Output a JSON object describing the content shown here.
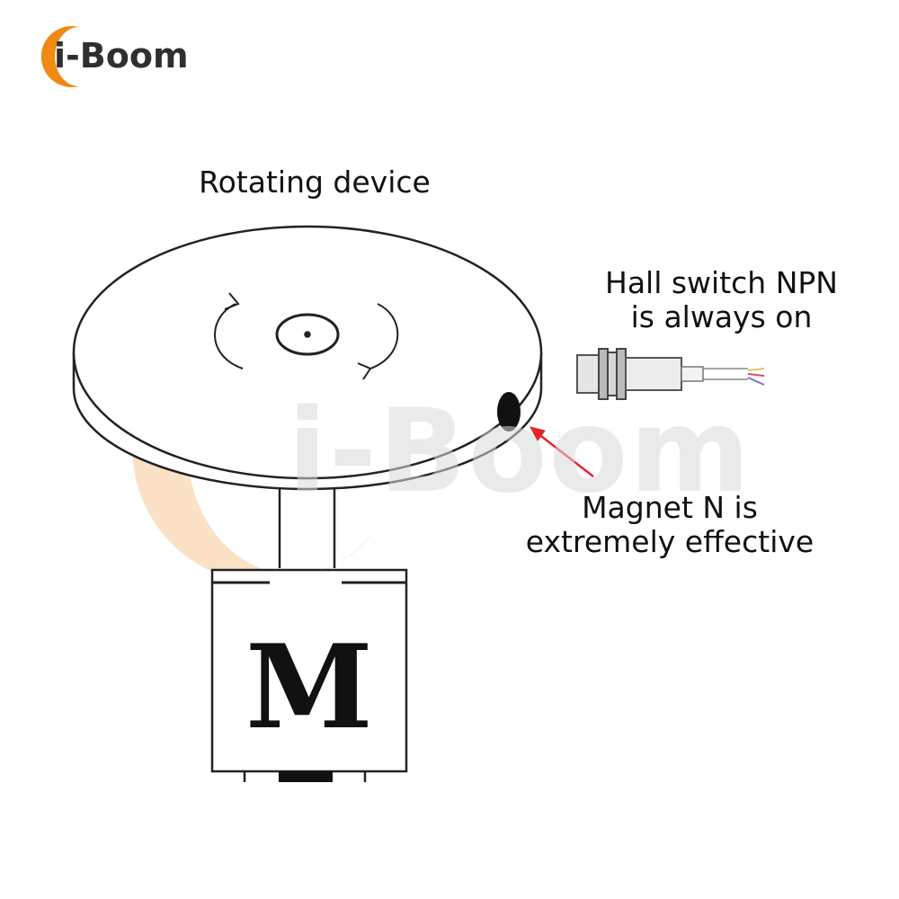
{
  "brand": {
    "logo_text": "i-Boom",
    "watermark_text": "i-Boom",
    "accent_color": "#f08a12"
  },
  "labels": {
    "rotating_device": "Rotating device",
    "hall_switch_line1": "Hall switch NPN",
    "hall_switch_line2": "is always on",
    "magnet_line1": "Magnet N is",
    "magnet_line2": "extremely effective",
    "motor": "M"
  },
  "colors": {
    "line": "#222222",
    "arrow": "#e0262b",
    "wire_red": "#d9534f",
    "wire_blue": "#7b6fd6",
    "wire_yellow": "#e3c66b"
  }
}
